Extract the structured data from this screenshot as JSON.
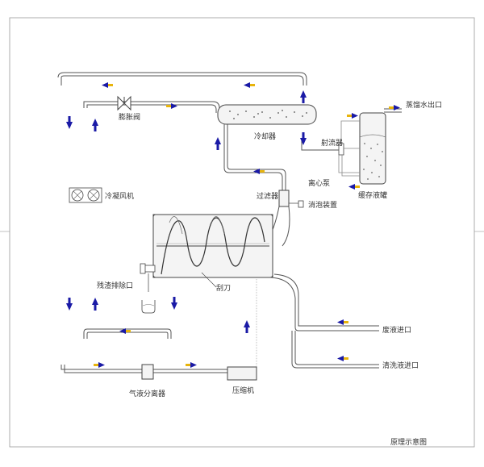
{
  "labels": {
    "expansion_valve": "膨胀阀",
    "cooler": "冷却器",
    "condenser_fan": "冷凝风机",
    "filter": "过滤器",
    "defoamer": "消泡装置",
    "centrifugal_pump": "离心泵",
    "ejector": "射流器",
    "buffer_tank": "缓存液罐",
    "distilled_water_outlet": "蒸馏水出口",
    "residue_outlet": "残渣排除口",
    "scraper": "刮刀",
    "waste_inlet": "废液进口",
    "cleaning_inlet": "清洗液进口",
    "gas_liquid_separator": "气液分离器",
    "compressor": "压缩机",
    "caption": "原理示意图"
  },
  "colors": {
    "arrow": "#1a1aa6",
    "arrow_accent": "#e8b40c",
    "pipe": "#555555"
  }
}
